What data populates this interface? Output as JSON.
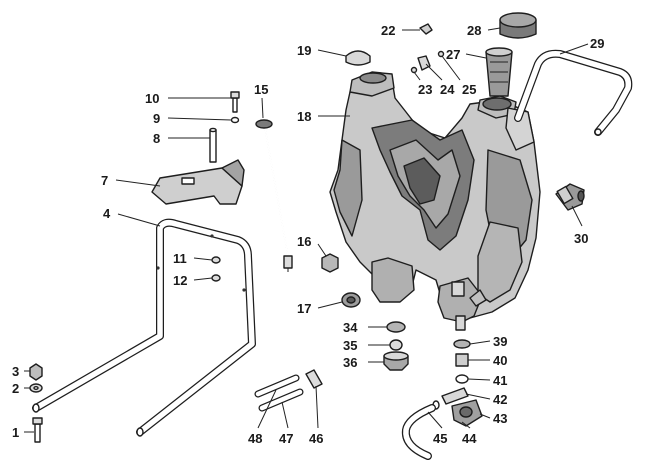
{
  "diagram": {
    "callouts": [
      {
        "id": "c1",
        "text": "1"
      },
      {
        "id": "c2",
        "text": "2"
      },
      {
        "id": "c3",
        "text": "3"
      },
      {
        "id": "c4",
        "text": "4"
      },
      {
        "id": "c7",
        "text": "7"
      },
      {
        "id": "c8",
        "text": "8"
      },
      {
        "id": "c9",
        "text": "9"
      },
      {
        "id": "c10",
        "text": "10"
      },
      {
        "id": "c11",
        "text": "11"
      },
      {
        "id": "c12",
        "text": "12"
      },
      {
        "id": "c15",
        "text": "15"
      },
      {
        "id": "c16",
        "text": "16"
      },
      {
        "id": "c17",
        "text": "17"
      },
      {
        "id": "c18",
        "text": "18"
      },
      {
        "id": "c19",
        "text": "19"
      },
      {
        "id": "c22",
        "text": "22"
      },
      {
        "id": "c23",
        "text": "23"
      },
      {
        "id": "c24",
        "text": "24"
      },
      {
        "id": "c25",
        "text": "25"
      },
      {
        "id": "c27",
        "text": "27"
      },
      {
        "id": "c28",
        "text": "28"
      },
      {
        "id": "c29",
        "text": "29"
      },
      {
        "id": "c30",
        "text": "30"
      },
      {
        "id": "c34",
        "text": "34"
      },
      {
        "id": "c35",
        "text": "35"
      },
      {
        "id": "c36",
        "text": "36"
      },
      {
        "id": "c39",
        "text": "39"
      },
      {
        "id": "c40",
        "text": "40"
      },
      {
        "id": "c41",
        "text": "41"
      },
      {
        "id": "c42",
        "text": "42"
      },
      {
        "id": "c43",
        "text": "43"
      },
      {
        "id": "c44",
        "text": "44"
      },
      {
        "id": "c45",
        "text": "45"
      },
      {
        "id": "c46",
        "text": "46"
      },
      {
        "id": "c47",
        "text": "47"
      },
      {
        "id": "c48",
        "text": "48"
      }
    ]
  }
}
